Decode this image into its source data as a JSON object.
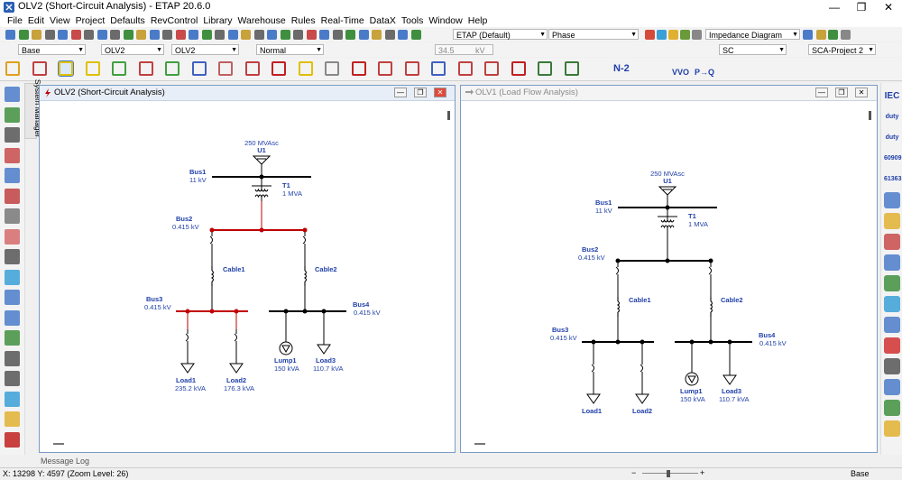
{
  "window": {
    "title": "OLV2 (Short-Circuit Analysis) - ETAP 20.6.0",
    "minimize": "—",
    "maximize": "❐",
    "close": "✕"
  },
  "menu": [
    "File",
    "Edit",
    "View",
    "Project",
    "Defaults",
    "RevControl",
    "Library",
    "Warehouse",
    "Rules",
    "Real-Time",
    "DataX",
    "Tools",
    "Window",
    "Help"
  ],
  "toolbar1": {
    "study_case_config": "ETAP (Default)",
    "phase": "Phase",
    "impedance_diagram": "Impedance Diagram",
    "voltage_value": "34.5",
    "voltage_unit": "kV"
  },
  "toolbar2": {
    "presentation": "Base",
    "olv_a": "OLV2",
    "olv_b": "OLV2",
    "mode": "Normal",
    "study": "SC",
    "project": "SCA-Project 2"
  },
  "toolbar3": {
    "n2_label": "N-2",
    "vvo_label": "VVO",
    "pq_label": "P→Q",
    "icon_names": [
      "ruler-icon",
      "protective-device-icon",
      "arc-flash-icon",
      "fault-warning-icon",
      "load-flow-icon",
      "harmonic-icon",
      "wave-icon",
      "transient-icon",
      "motor-start-icon",
      "sc-plus-p-icon",
      "sc-analysis-icon",
      "arc-flash-warn-icon",
      "battery-icon",
      "ground-grid-icon",
      "voltage-drop-icon",
      "pv-icon",
      "cable-pull-icon",
      "transmission-icon",
      "relay-coord-icon",
      "fault-zap-icon",
      "switching-icon",
      "contingency-icon"
    ]
  },
  "left_panel": {
    "system_manager": "System Manager",
    "icon_names": [
      "network-tree-icon",
      "protection-icon",
      "switch-icon",
      "cable-icon",
      "motor-icon",
      "panel-icon",
      "grid-icon",
      "mushroom-icon",
      "transformer-icon",
      "gauge-icon",
      "sequence-icon",
      "schedule-icon",
      "map-icon",
      "calc-icon",
      "report-icon",
      "recycle-icon",
      "scenario-icon",
      "alarm-icon"
    ]
  },
  "right_panel": {
    "labels": [
      "IEC",
      "duty",
      "duty",
      "60909",
      "61363"
    ],
    "icon_names": [
      "iec-icon",
      "duty-icon",
      "duty-alt-icon",
      "iec60909-icon",
      "iec61363-icon",
      "monitor-icon",
      "warning-icon",
      "arrow-icon",
      "shield-icon",
      "plugin-icon",
      "globe-icon",
      "search-icon",
      "stop-icon",
      "text-icon",
      "bookmark-icon",
      "layers-icon",
      "compare-icon"
    ]
  },
  "window_sc": {
    "title": "OLV2 (Short-Circuit Analysis)",
    "utility": {
      "mva": "250 MVAsc",
      "id": "U1"
    },
    "bus1": {
      "id": "Bus1",
      "kv": "11 kV"
    },
    "t1": {
      "id": "T1",
      "mva": "1 MVA"
    },
    "bus2": {
      "id": "Bus2",
      "kv": "0.415 kV"
    },
    "cable1": "Cable1",
    "cable2": "Cable2",
    "bus3": {
      "id": "Bus3",
      "kv": "0.415 kV"
    },
    "bus4": {
      "id": "Bus4",
      "kv": "0.415 kV"
    },
    "load1": {
      "id": "Load1",
      "kva": "235.2 kVA"
    },
    "load2": {
      "id": "Load2",
      "kva": "176.3 kVA"
    },
    "lump1": {
      "id": "Lump1",
      "kva": "150 kVA"
    },
    "load3": {
      "id": "Load3",
      "kva": "110.7 kVA"
    },
    "faulted_color": "#c00000"
  },
  "window_lf": {
    "title": "OLV1 (Load Flow Analysis)",
    "utility": {
      "mva": "250 MVAsc",
      "id": "U1"
    },
    "bus1": {
      "id": "Bus1",
      "kv": "11 kV"
    },
    "t1": {
      "id": "T1",
      "mva": "1 MVA"
    },
    "bus2": {
      "id": "Bus2",
      "kv": "0.415 kV"
    },
    "cable1": "Cable1",
    "cable2": "Cable2",
    "bus3": {
      "id": "Bus3",
      "kv": "0.415 kV"
    },
    "bus4": {
      "id": "Bus4",
      "kv": "0.415 kV"
    },
    "load1": {
      "id": "Load1"
    },
    "load2": {
      "id": "Load2"
    },
    "lump1": {
      "id": "Lump1",
      "kva": "150 kVA"
    },
    "load3": {
      "id": "Load3",
      "kva": "110.7 kVA"
    }
  },
  "bottom": {
    "message_log": "Message Log",
    "coords": "X: 13298    Y: 4597 (Zoom Level: 26)",
    "base": "Base"
  },
  "colors": {
    "label_blue": "#1f3fa8",
    "accent": "#0078d7"
  }
}
